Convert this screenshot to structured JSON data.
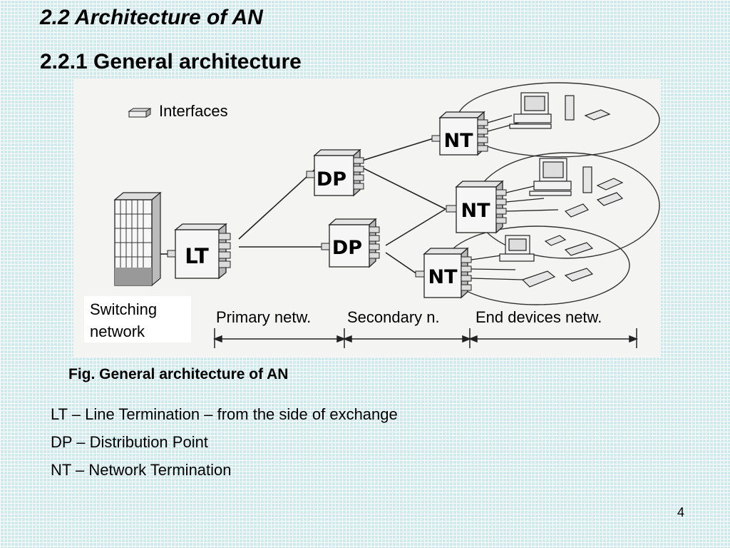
{
  "slide": {
    "title": "2.2 Architecture of AN",
    "subtitle": "2.2.1 General architecture",
    "caption": "Fig. General architecture of AN",
    "page_number": "4"
  },
  "figure": {
    "legend_label": "Interfaces",
    "switching_label_line1": "Switching",
    "switching_label_line2": "network",
    "segments": {
      "primary": "Primary netw.",
      "secondary": "Secondary n.",
      "end_devices": "End devices netw."
    },
    "nodes": {
      "lt": "LT",
      "dp_upper": "DP",
      "dp_lower": "DP",
      "nt_top": "NT",
      "nt_middle": "NT",
      "nt_bottom": "NT"
    }
  },
  "definitions": [
    "LT – Line Termination – from the side of exchange",
    "DP – Distribution Point",
    "NT – Network Termination"
  ]
}
